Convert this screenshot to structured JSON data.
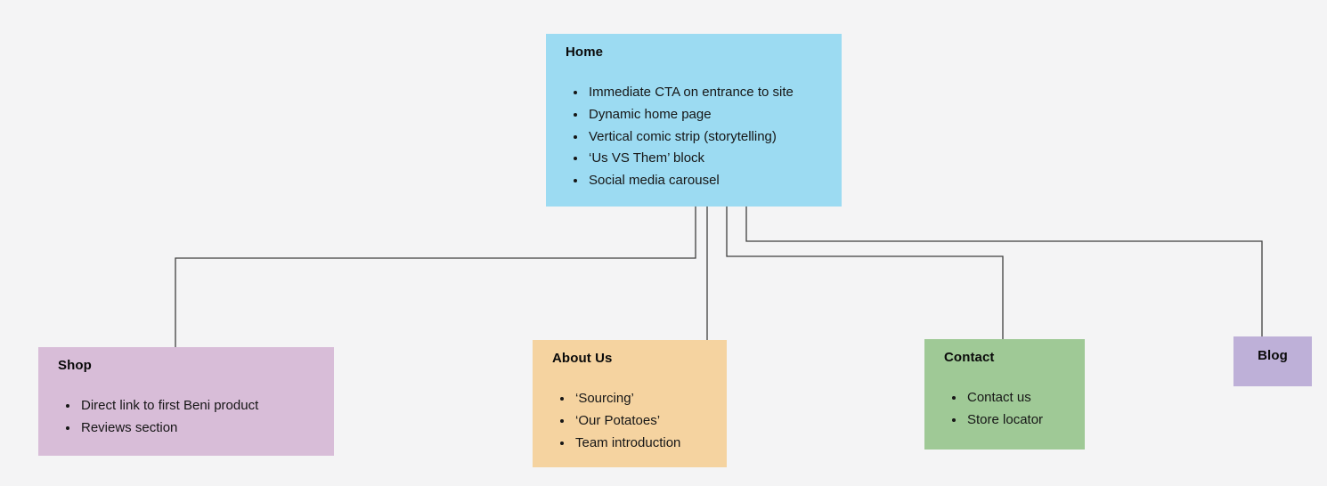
{
  "diagram": {
    "background_color": "#f4f4f5",
    "connector_color": "#3f3f3f",
    "nodes": [
      {
        "id": "home",
        "title": "Home",
        "color": "#9cdbf2",
        "items": [
          "Immediate CTA on entrance to site",
          "Dynamic home page",
          "Vertical comic strip (storytelling)",
          "‘Us VS Them’ block",
          "Social media carousel"
        ]
      },
      {
        "id": "shop",
        "title": "Shop",
        "color": "#d8bdd8",
        "items": [
          "Direct link to first Beni product",
          "Reviews section"
        ]
      },
      {
        "id": "about",
        "title": "About Us",
        "color": "#f5d3a0",
        "items": [
          "‘Sourcing’",
          "‘Our Potatoes’",
          "Team introduction"
        ]
      },
      {
        "id": "contact",
        "title": "Contact",
        "color": "#9fc996",
        "items": [
          "Contact us",
          "Store locator"
        ]
      },
      {
        "id": "blog",
        "title": "Blog",
        "color": "#beb0d8",
        "items": []
      }
    ]
  }
}
